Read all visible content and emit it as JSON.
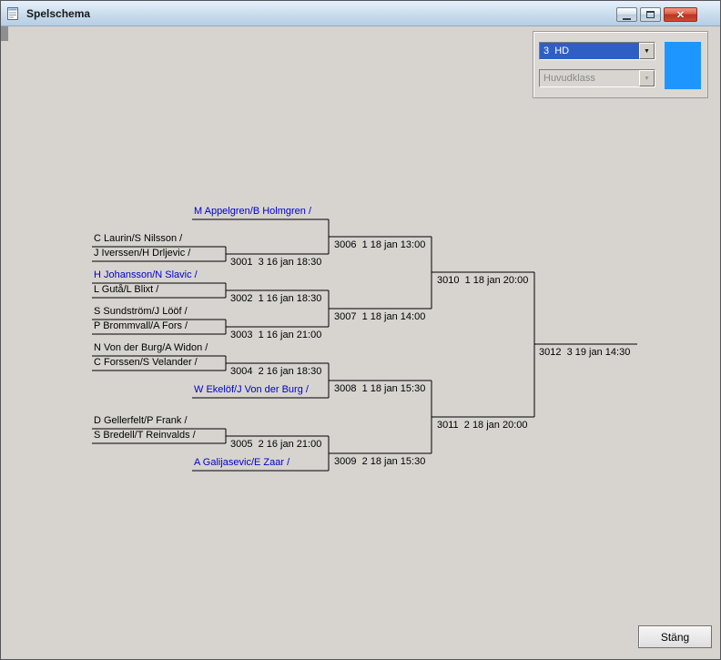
{
  "window": {
    "title": "Spelschema"
  },
  "icons": {
    "close_glyph": "✕",
    "dropdown_arrow": "▼"
  },
  "controls": {
    "class_dropdown": {
      "value": "3  HD"
    },
    "group_dropdown": {
      "value": "Huvudklass"
    },
    "close_button_label": "Stäng"
  },
  "colors": {
    "seeded_team": "#0000cc",
    "class_swatch": "#1e96ff",
    "dropdown_selection_bg": "#2f5fc5"
  },
  "bracket": {
    "teams": [
      {
        "name": "M Appelgren/B Holmgren /",
        "seeded": true
      },
      {
        "name": "C Laurin/S Nilsson /",
        "seeded": false
      },
      {
        "name": "J Iverssen/H Drljevic /",
        "seeded": false
      },
      {
        "name": "H Johansson/N Slavic /",
        "seeded": true
      },
      {
        "name": "L Gutå/L Blixt /",
        "seeded": false
      },
      {
        "name": "S Sundström/J Lööf /",
        "seeded": false
      },
      {
        "name": "P Brommvall/A Fors /",
        "seeded": false
      },
      {
        "name": "N Von der Burg/A Widon /",
        "seeded": false
      },
      {
        "name": "C Forssen/S Velander /",
        "seeded": false
      },
      {
        "name": "W Ekelöf/J Von der Burg /",
        "seeded": true
      },
      {
        "name": "D Gellerfelt/P Frank /",
        "seeded": false
      },
      {
        "name": "S Bredell/T Reinvalds /",
        "seeded": false
      },
      {
        "name": "A Galijasevic/E Zaar /",
        "seeded": true
      }
    ],
    "matches": [
      {
        "label": "3001  3 16 jan 18:30"
      },
      {
        "label": "3002  1 16 jan 18:30"
      },
      {
        "label": "3003  1 16 jan 21:00"
      },
      {
        "label": "3004  2 16 jan 18:30"
      },
      {
        "label": "3005  2 16 jan 21:00"
      },
      {
        "label": "3006  1 18 jan 13:00"
      },
      {
        "label": "3007  1 18 jan 14:00"
      },
      {
        "label": "3008  1 18 jan 15:30"
      },
      {
        "label": "3009  2 18 jan 15:30"
      },
      {
        "label": "3010  1 18 jan 20:00"
      },
      {
        "label": "3011  2 18 jan 20:00"
      },
      {
        "label": "3012  3 19 jan 14:30"
      }
    ]
  }
}
